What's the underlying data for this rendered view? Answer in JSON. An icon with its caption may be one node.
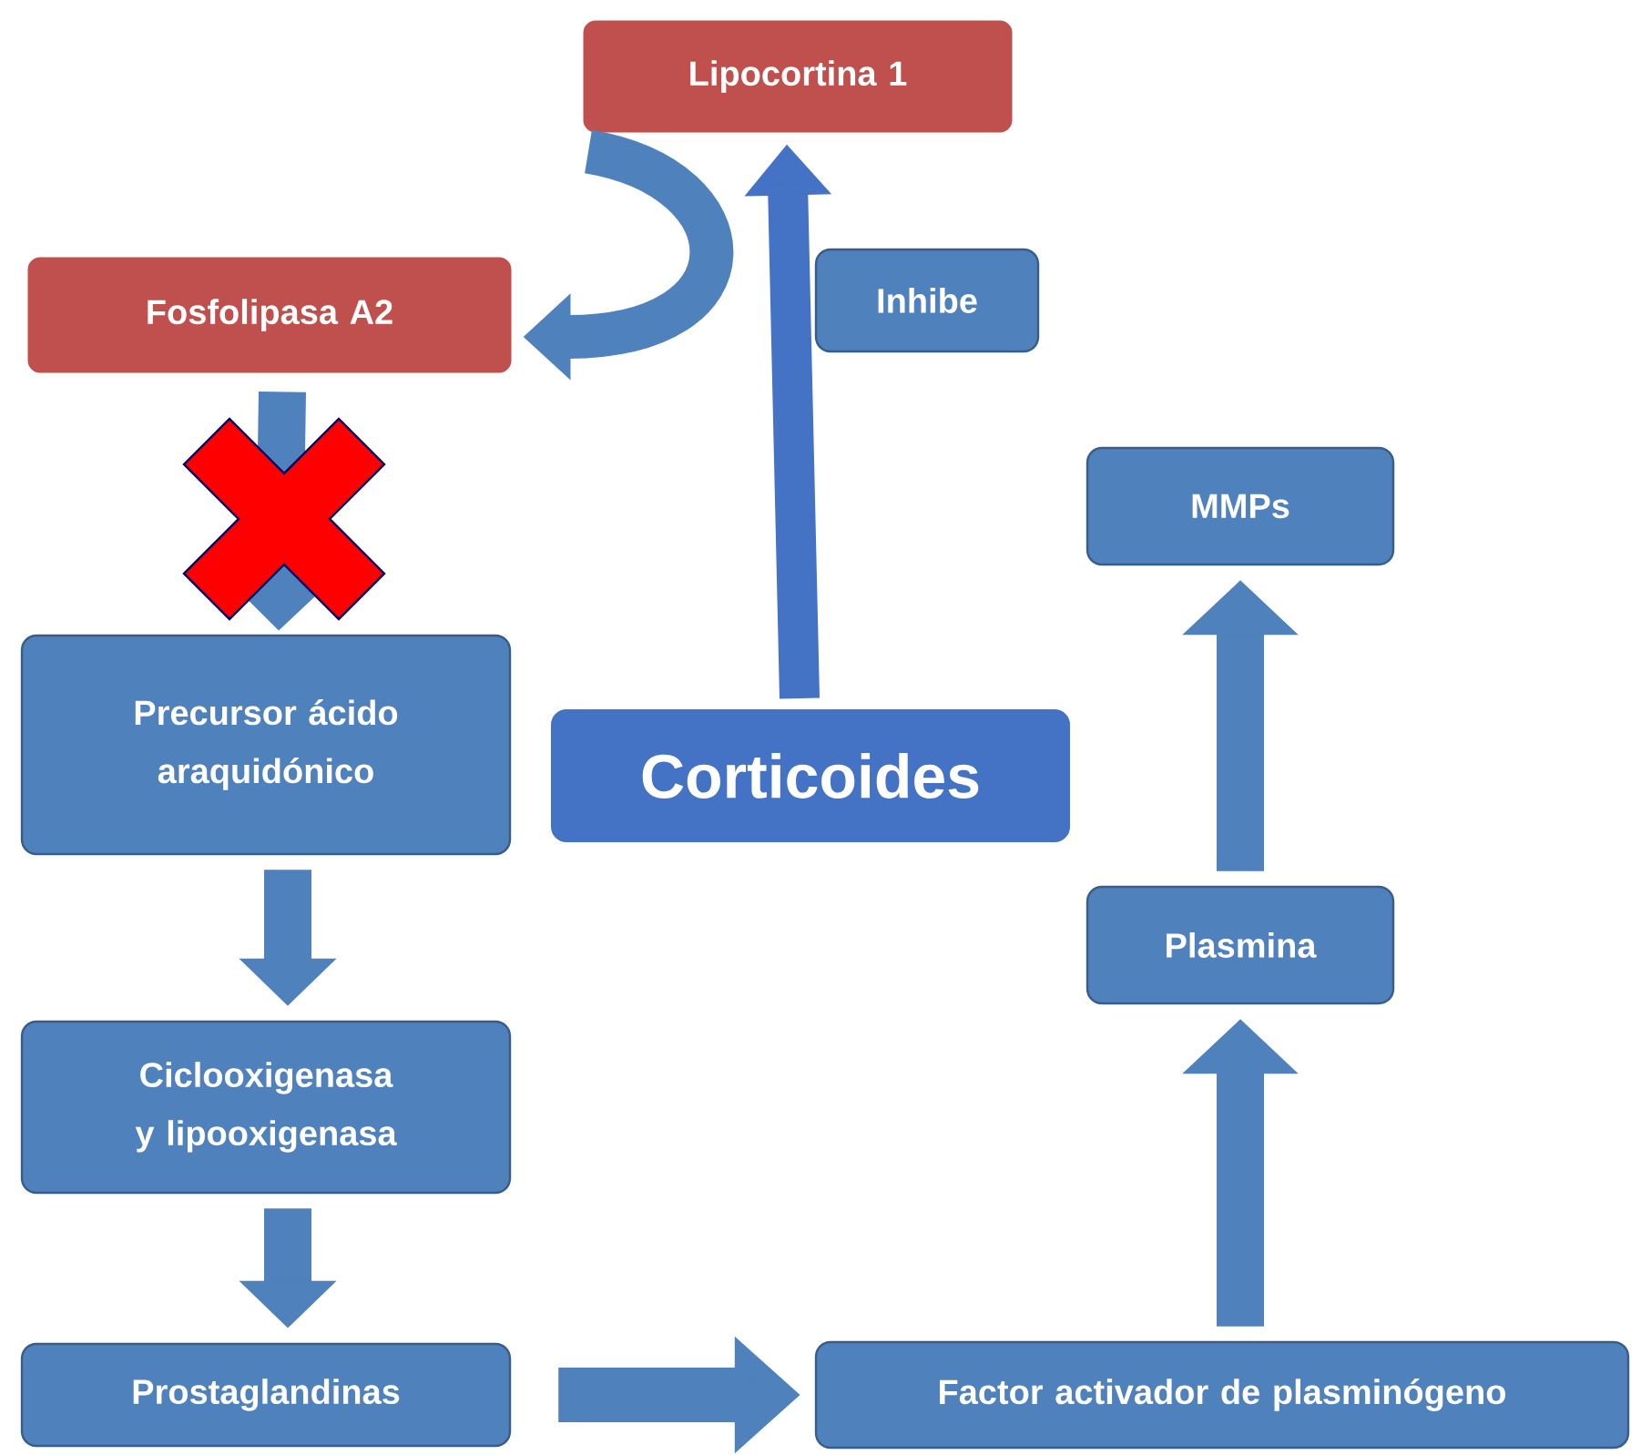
{
  "diagram": {
    "nodes": [
      {
        "text": [
          "Lipocortina 1"
        ]
      },
      {
        "text": [
          "Fosfolipasa A2"
        ]
      },
      {
        "text": [
          "Inhibe"
        ]
      },
      {
        "text": [
          "MMPs"
        ]
      },
      {
        "text": [
          "Precursor ácido araquidónico"
        ]
      },
      {
        "text": [
          "Corticoides"
        ]
      },
      {
        "text": [
          "Plasmina"
        ]
      },
      {
        "text": [
          "Ciclooxigenasa y lipooxigenasa"
        ]
      },
      {
        "text": [
          "Prostaglandinas"
        ]
      },
      {
        "text": [
          "Factor activador de plasminógeno"
        ]
      }
    ],
    "edges": [
      {
        "from": 5,
        "to": 0,
        "arrow": "to",
        "color": "#4472c4"
      },
      {
        "from": 0,
        "to": 1,
        "arrow": "to"
      },
      {
        "from": 1,
        "to": 4,
        "arrow": "to"
      },
      {
        "from": 4,
        "to": 7,
        "arrow": "to"
      },
      {
        "from": 7,
        "to": 8,
        "arrow": "to"
      },
      {
        "from": 8,
        "to": 9,
        "arrow": "to"
      },
      {
        "from": 9,
        "to": 6,
        "arrow": "to"
      },
      {
        "from": 6,
        "to": 3,
        "arrow": "to"
      }
    ]
  }
}
